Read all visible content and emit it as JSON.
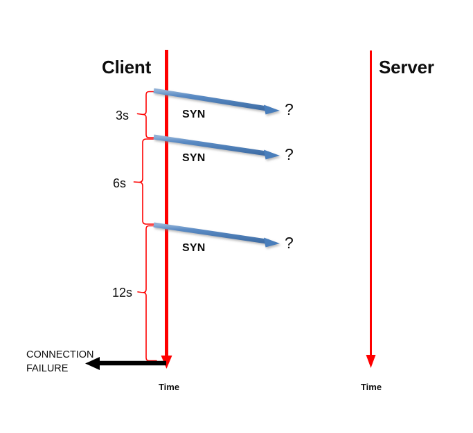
{
  "diagram": {
    "title": "TCP SYN retransmission timeout sequence diagram",
    "background_color": "#ffffff",
    "colors": {
      "lifeline_red": "#fe0000",
      "brace_red": "#fe0000",
      "message_blue": "#4a7ebb",
      "message_blue_light": "#7ba3d0",
      "failure_arrow_black": "#000000",
      "text_black": "#0d0d0d"
    },
    "lanes": [
      {
        "id": "client",
        "label": "Client",
        "time_label": "Time"
      },
      {
        "id": "server",
        "label": "Server",
        "time_label": "Time"
      }
    ],
    "messages": [
      {
        "label": "SYN",
        "response": "?"
      },
      {
        "label": "SYN",
        "response": "?"
      },
      {
        "label": "SYN",
        "response": "?"
      }
    ],
    "intervals": [
      {
        "label": "3s"
      },
      {
        "label": "6s"
      },
      {
        "label": "12s"
      }
    ],
    "failure": {
      "line1": "CONNECTION",
      "line2": "FAILURE"
    }
  }
}
